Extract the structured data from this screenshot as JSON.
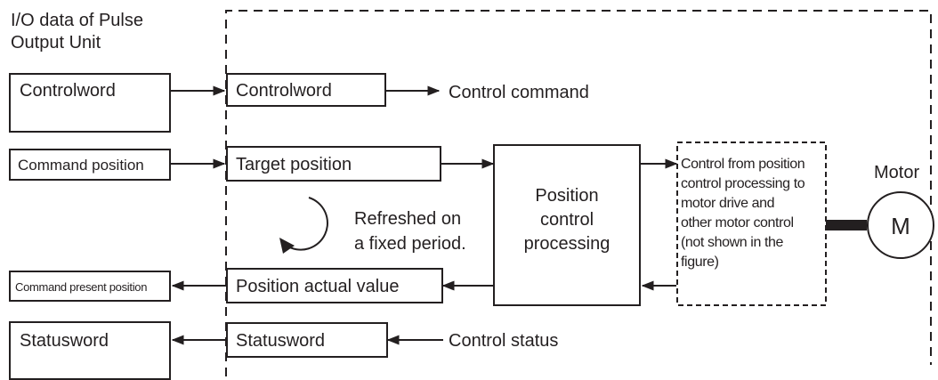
{
  "header": {
    "line1": "I/O data of Pulse",
    "line2": "Output Unit"
  },
  "unit": {
    "controlword": "Controlword",
    "command_position": "Command position",
    "command_present_position": "Command present position",
    "statusword": "Statusword"
  },
  "drive": {
    "controlword": "Controlword",
    "target_position": "Target position",
    "position_actual_value": "Position actual value",
    "statusword": "Statusword"
  },
  "labels": {
    "control_command": "Control command",
    "control_status": "Control status",
    "refreshed_line1": "Refreshed on",
    "refreshed_line2": "a fixed period."
  },
  "processing": {
    "line1": "Position",
    "line2": "control",
    "line3": "processing"
  },
  "other_control": {
    "lines": [
      "Control from position",
      "control processing to",
      "motor drive and",
      "other motor control",
      "(not shown in the",
      "figure)"
    ]
  },
  "motor": {
    "label": "Motor",
    "symbol": "M"
  },
  "colors": {
    "stroke": "#231f20",
    "background": "#ffffff"
  }
}
